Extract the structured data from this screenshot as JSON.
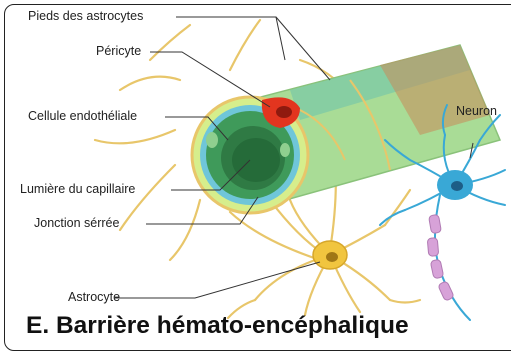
{
  "labels": {
    "astro_feet": "Pieds des astrocytes",
    "pericyte": "Péricyte",
    "endothelial": "Cellule endothéliale",
    "lumen": "Lumière du capillaire",
    "tight_junction": "Jonction sérrée",
    "astrocyte": "Astrocyte",
    "neuron": "Neuron"
  },
  "caption": "E. Barrière hémato-encéphalique",
  "colors": {
    "process": "#e8c66a",
    "endfeet": "#9fd98a",
    "endothelium": "#3f9a5a",
    "lumen": "#2f7a44",
    "pericyte": "#e2351f",
    "neuron": "#39a8d6",
    "myelin": "#d7a2d8",
    "astro_body": "#f1c53f"
  }
}
